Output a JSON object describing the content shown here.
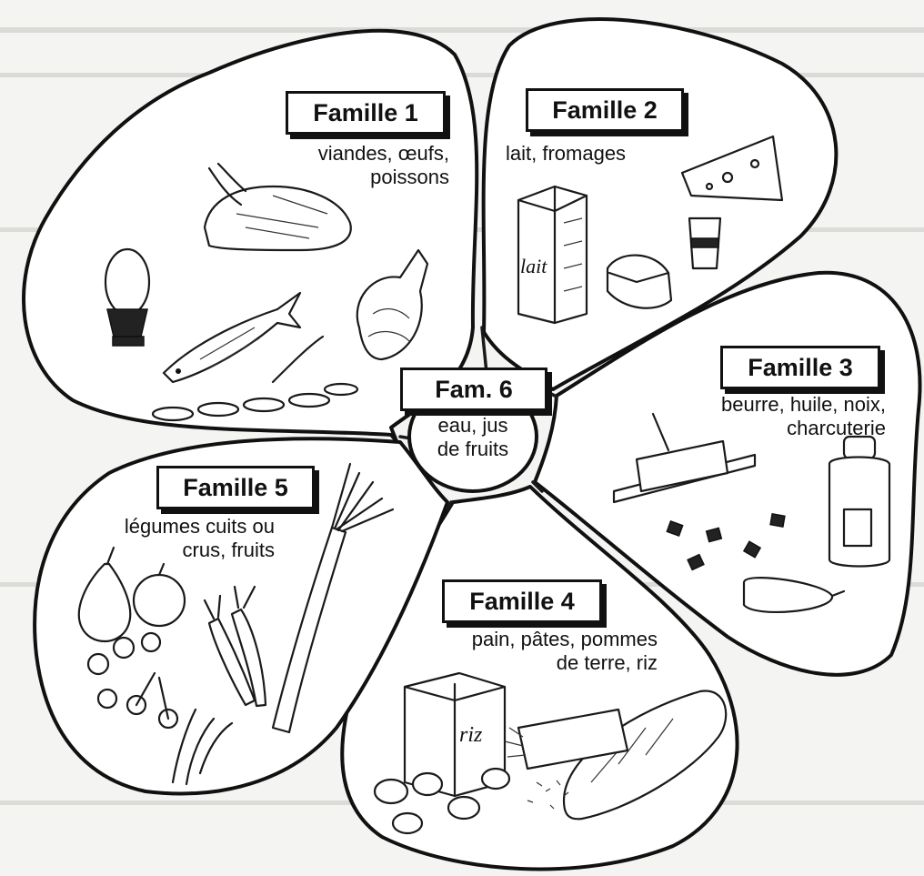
{
  "families": [
    {
      "title": "Famille 1",
      "description_lines": [
        "viandes, œufs,",
        "poissons"
      ]
    },
    {
      "title": "Famille 2",
      "description_lines": [
        "lait, fromages"
      ]
    },
    {
      "title": "Famille 3",
      "description_lines": [
        "beurre, huile, noix,",
        "charcuterie"
      ]
    },
    {
      "title": "Famille 4",
      "description_lines": [
        "pain, pâtes, pommes",
        "de terre, riz"
      ]
    },
    {
      "title": "Famille 5",
      "description_lines": [
        "légumes cuits ou",
        "crus, fruits"
      ]
    },
    {
      "title": "Fam. 6",
      "description_lines": [
        "eau, jus",
        "de fruits"
      ]
    }
  ],
  "illustration_labels": {
    "milk_carton": "lait",
    "rice_box": "riz"
  }
}
